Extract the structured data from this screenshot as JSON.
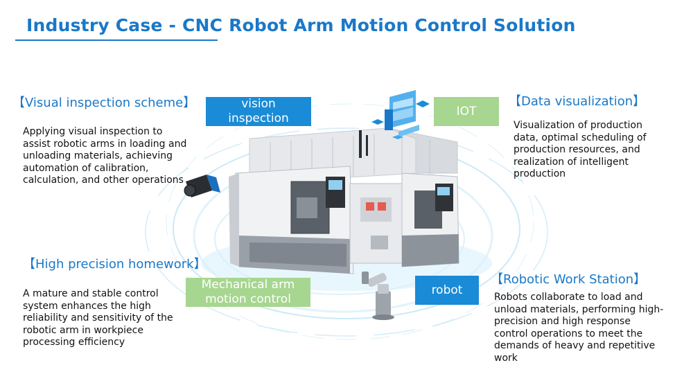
{
  "title": "Industry Case - CNC Robot Arm Motion Control Solution",
  "tags": {
    "vision": "vision\ninspection",
    "iot": "IOT",
    "mechanical": "Mechanical arm\nmotion control",
    "robot": "robot"
  },
  "sections": {
    "visual": {
      "heading": "【Visual inspection scheme】",
      "body": "Applying visual inspection to assist robotic arms in loading and unloading materials, achieving automation of calibration, calculation, and other operations"
    },
    "data": {
      "heading": "【Data visualization】",
      "body": "Visualization of production data, optimal scheduling of production resources, and realization of intelligent production"
    },
    "precision": {
      "heading": "【High precision homework】",
      "body": "A mature and stable control system enhances the high reliability and sensitivity of the robotic arm in workpiece processing efficiency"
    },
    "station": {
      "heading": "【Robotic Work Station】",
      "body": "Robots collaborate to load and unload materials, performing high-precision and high response control operations to meet the demands of heavy and repetitive work"
    }
  },
  "colors": {
    "accent": "#1a78c8",
    "tag_blue": "#1a8bd6",
    "tag_green": "#a6d68f"
  }
}
